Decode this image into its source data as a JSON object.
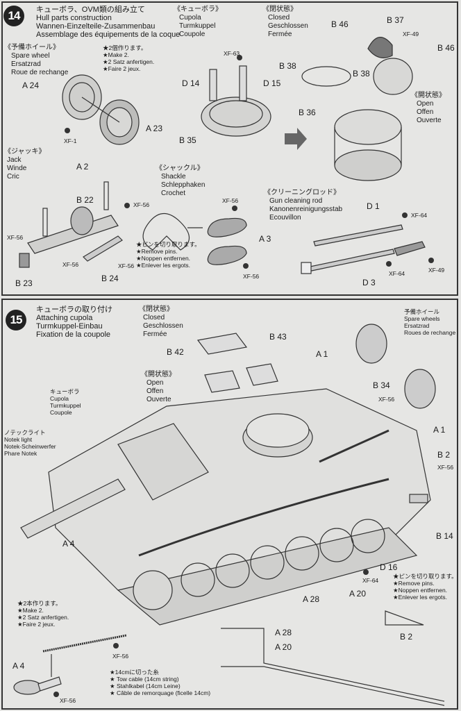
{
  "step14": {
    "number": "14",
    "title_jp": "キューボラ、OVM類の組み立て",
    "title_en": "Hull parts construction",
    "title_de": "Wannen-Einzelteile-Zusammenbau",
    "title_fr": "Assemblage des équipements de la coque",
    "cupola": {
      "jp": "《キューボラ》",
      "en": "Cupola",
      "de": "Turmkuppel",
      "fr": "Coupole"
    },
    "closed": {
      "jp": "《閉状態》",
      "en": "Closed",
      "de": "Geschlossen",
      "fr": "Fermée"
    },
    "open": {
      "jp": "《開状態》",
      "en": "Open",
      "de": "Offen",
      "fr": "Ouverte"
    },
    "spare_wheel": {
      "jp": "《予備ホイール》",
      "en": "Spare wheel",
      "de": "Ersatzrad",
      "fr": "Roue de rechange"
    },
    "make2": {
      "jp": "★2個作ります。",
      "en": "★Make 2.",
      "de": "★2 Satz anfertigen.",
      "fr": "★Faire 2 jeux."
    },
    "jack": {
      "jp": "《ジャッキ》",
      "en": "Jack",
      "de": "Winde",
      "fr": "Cric"
    },
    "shackle": {
      "jp": "《シャックル》",
      "en": "Shackle",
      "de": "Schlepphaken",
      "fr": "Crochet"
    },
    "remove_pins": {
      "jp": "★ピンを切り取ります。",
      "en": "★Remove pins.",
      "de": "★Noppen entfernen.",
      "fr": "★Enlever les ergots."
    },
    "cleaning_rod": {
      "jp": "《クリーニングロッド》",
      "en": "Gun cleaning rod",
      "de": "Kanonenreinigungsstab",
      "fr": "Ecouvillon"
    },
    "parts": [
      "B 46",
      "B 37",
      "XF-49",
      "B 46",
      "B 38",
      "B 38",
      "B 36",
      "XF-63",
      "D 14",
      "D 15",
      "A 24",
      "A 23",
      "XF-1",
      "B 35",
      "A 2",
      "B 22",
      "XF-56",
      "XF-56",
      "XF-56",
      "B 24",
      "XF-56",
      "B 23",
      "XF-56",
      "A 3",
      "XF-56",
      "D 1",
      "XF-64",
      "XF-64",
      "XF-49",
      "D 3"
    ]
  },
  "step15": {
    "number": "15",
    "title_jp": "キューボラの取り付け",
    "title_en": "Attaching cupola",
    "title_de": "Turmkuppel-Einbau",
    "title_fr": "Fixation de la coupole",
    "closed": {
      "jp": "《閉状態》",
      "en": "Closed",
      "de": "Geschlossen",
      "fr": "Fermée"
    },
    "open": {
      "jp": "《開状態》",
      "en": "Open",
      "de": "Offen",
      "fr": "Ouverte"
    },
    "cupola": {
      "jp": "キューボラ",
      "en": "Cupola",
      "de": "Turmkuppel",
      "fr": "Coupole"
    },
    "notek": {
      "jp": "ノテックライト",
      "en": "Notek light",
      "de": "Notek-Scheinwerfer",
      "fr": "Phare Notek"
    },
    "spare_wheels": {
      "jp": "予備ホイール",
      "en": "Spare wheels",
      "de": "Ersatzrad",
      "fr": "Roues de rechange"
    },
    "remove_pins": {
      "jp": "★ピンを切り取ります。",
      "en": "★Remove pins.",
      "de": "★Noppen entfernen.",
      "fr": "★Enlever les ergots."
    },
    "make2": {
      "jp": "★2本作ります。",
      "en": "★Make 2.",
      "de": "★2 Satz anfertigen.",
      "fr": "★Faire 2 jeux."
    },
    "tow_cable": {
      "jp": "★14cmに切った糸",
      "en": "★ Tow cable (14cm string)",
      "de": "★ Stahlkabel (14cm Leine)",
      "fr": "★ Câble de remorquage (ficelle 14cm)"
    },
    "parts": [
      "B 43",
      "B 42",
      "A 1",
      "B 34",
      "XF-56",
      "A 1",
      "B 2",
      "XF-56",
      "B 14",
      "A 4",
      "D 16",
      "XF-64",
      "A 20",
      "A 28",
      "B 2",
      "A 28",
      "A 20",
      "XF-56",
      "A 4",
      "XF-56"
    ]
  }
}
